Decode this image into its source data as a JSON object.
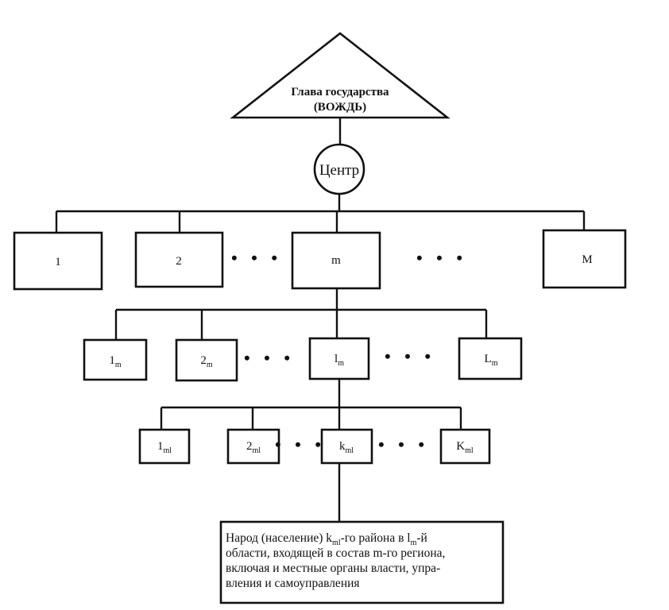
{
  "apex": {
    "line1": "Глава государства",
    "line2": "(ВОЖДЬ)"
  },
  "center": {
    "label": "Центр"
  },
  "regions": [
    {
      "base": "1",
      "sub": ""
    },
    {
      "base": "2",
      "sub": ""
    },
    {
      "base": "m",
      "sub": ""
    },
    {
      "base": "M",
      "sub": ""
    }
  ],
  "oblasts": [
    {
      "base": "1",
      "sub": "m"
    },
    {
      "base": "2",
      "sub": "m"
    },
    {
      "base": "l",
      "sub": "m"
    },
    {
      "base": "L",
      "sub": "m"
    }
  ],
  "districts": [
    {
      "base": "1",
      "sub": "ml"
    },
    {
      "base": "2",
      "sub": "ml"
    },
    {
      "base": "k",
      "sub": "ml"
    },
    {
      "base": "K",
      "sub": "ml"
    }
  ],
  "ellipsis": "• • •",
  "people": {
    "lines": [
      [
        {
          "t": "Народ (население) k"
        },
        {
          "t": "ml",
          "sub": true
        },
        {
          "t": "-го района в l"
        },
        {
          "t": "m",
          "sub": true
        },
        {
          "t": "-й"
        }
      ],
      [
        {
          "t": "области, входящей в состав m-го региона,"
        }
      ],
      [
        {
          "t": "включая и местные органы власти, упра-"
        }
      ],
      [
        {
          "t": "вления и самоуправления"
        }
      ]
    ]
  }
}
